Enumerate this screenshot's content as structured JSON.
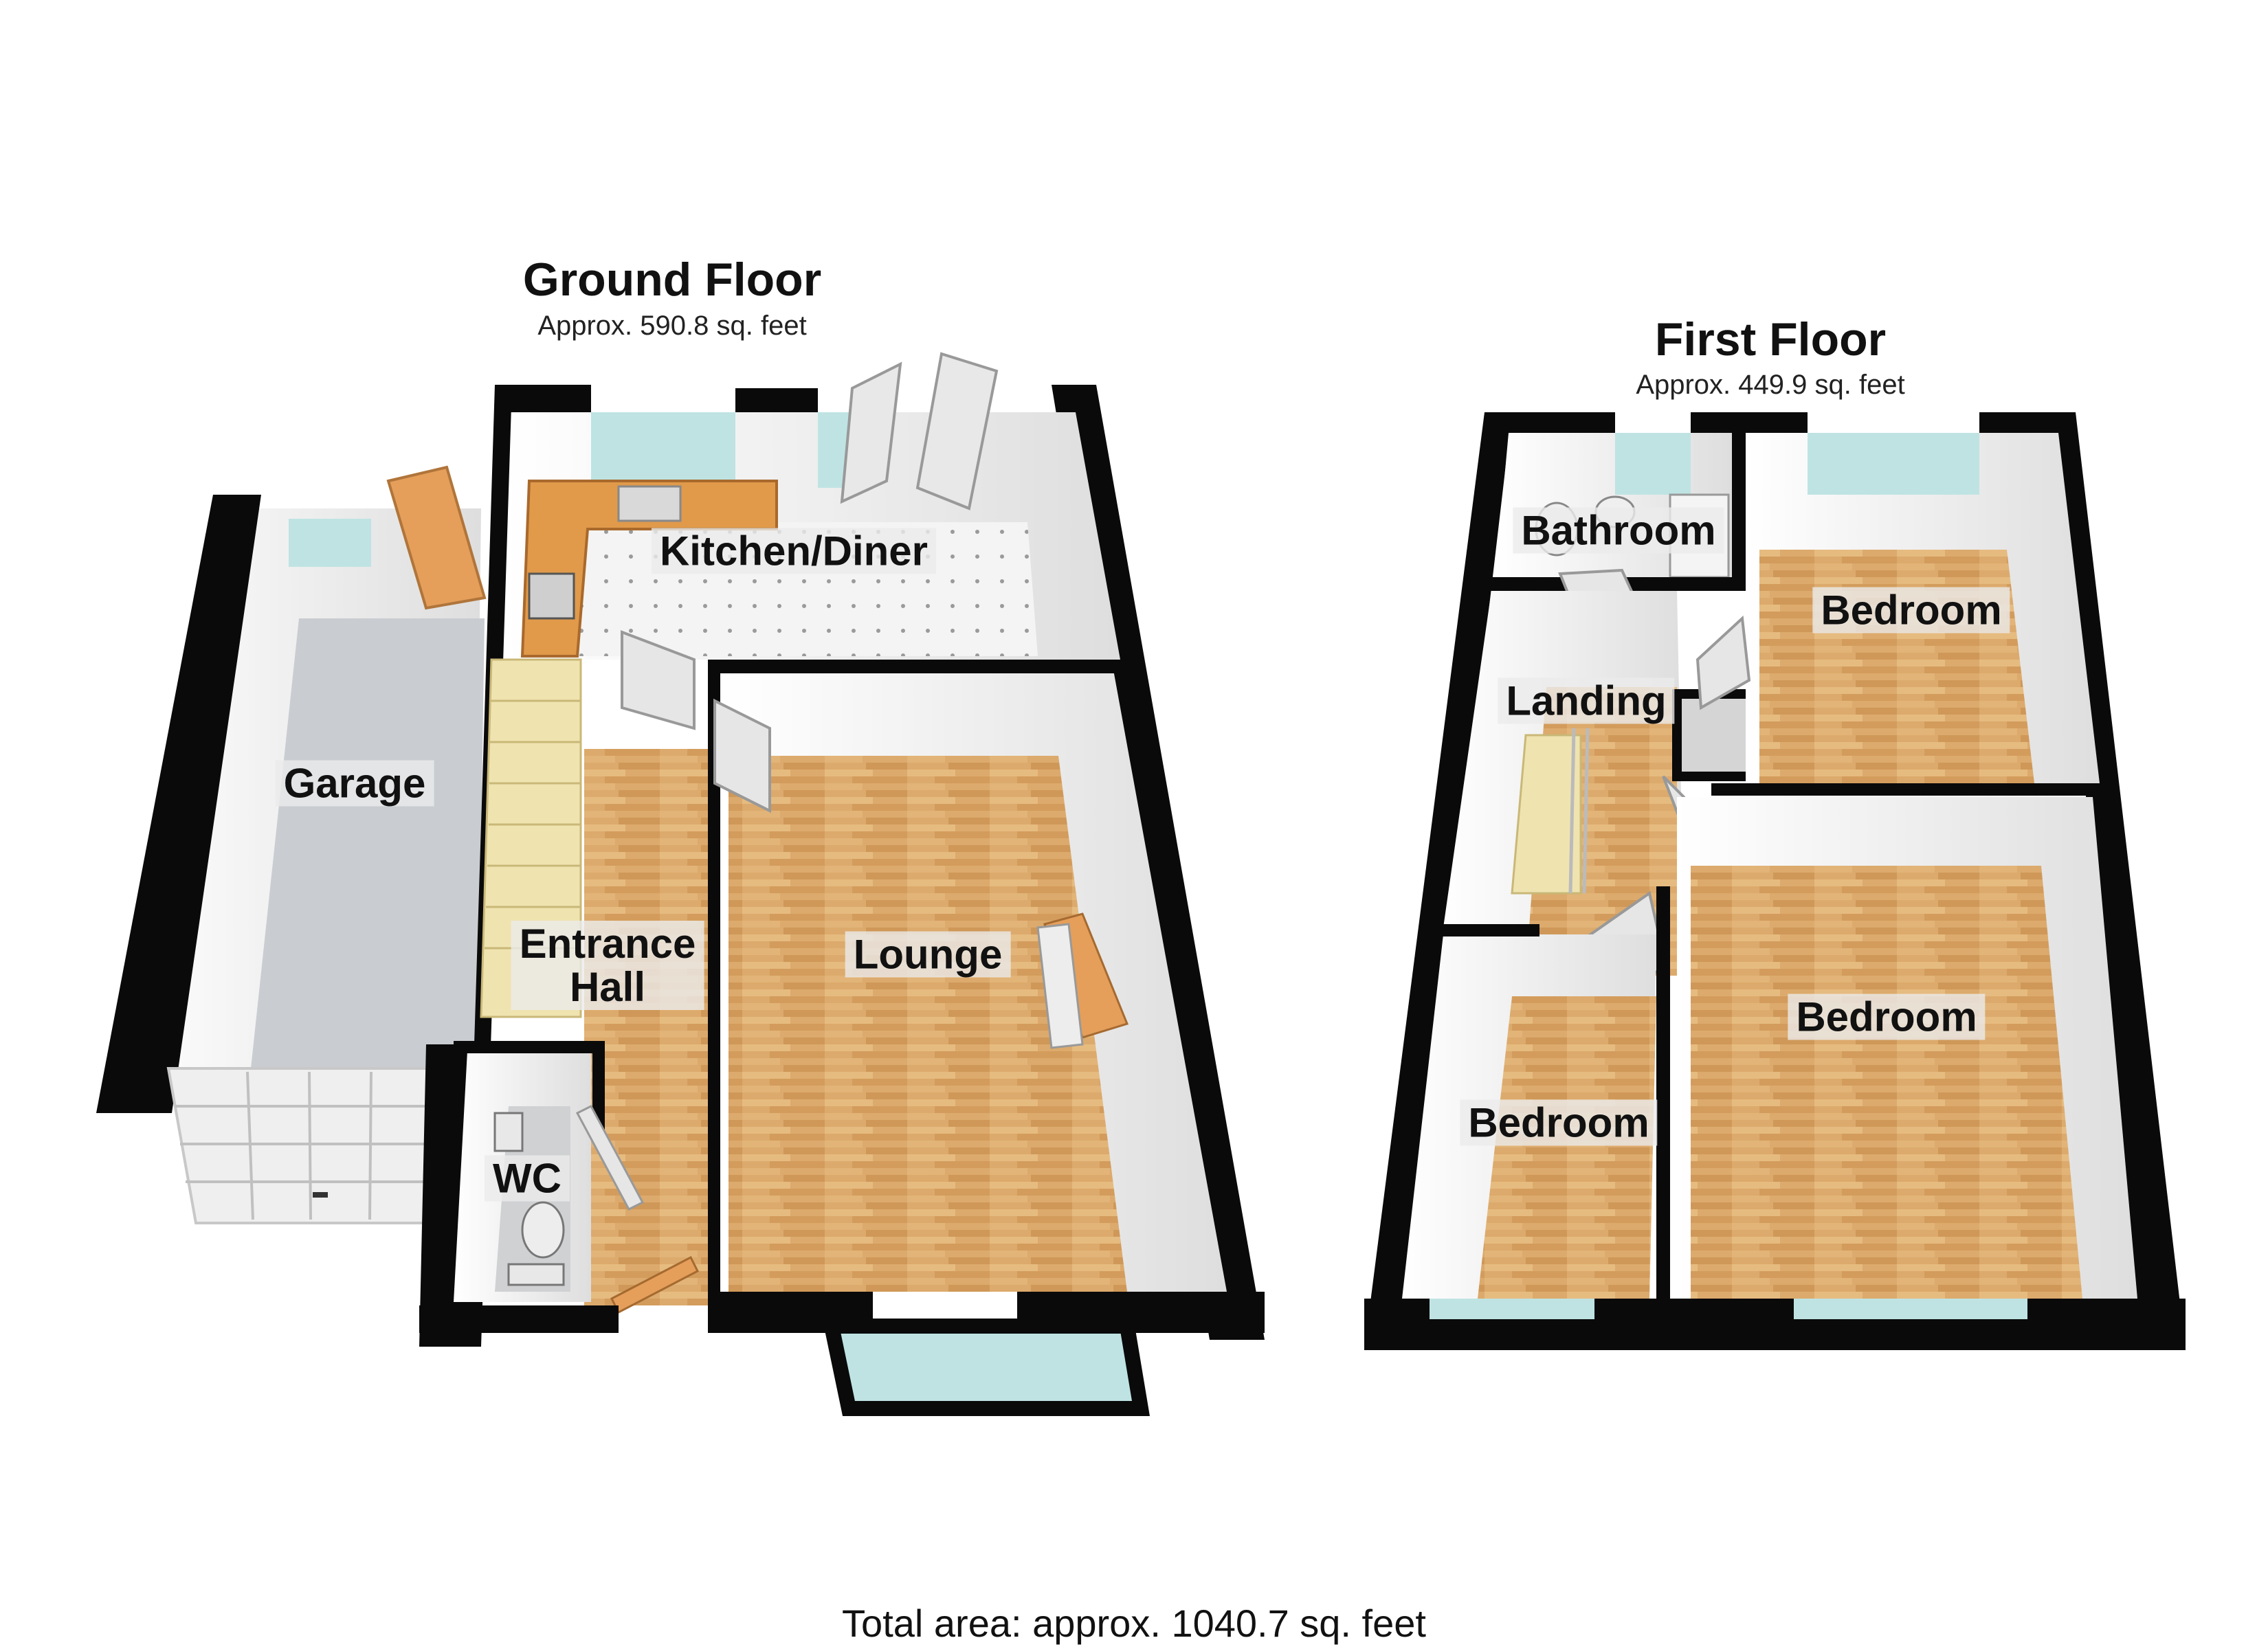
{
  "ground_floor": {
    "title": "Ground Floor",
    "area": "Approx. 590.8 sq. feet",
    "rooms": {
      "kitchen_diner": "Kitchen/Diner",
      "garage": "Garage",
      "entrance_hall_line1": "Entrance",
      "entrance_hall_line2": "Hall",
      "lounge": "Lounge",
      "wc": "WC"
    }
  },
  "first_floor": {
    "title": "First Floor",
    "area": "Approx. 449.9 sq. feet",
    "rooms": {
      "bathroom": "Bathroom",
      "landing": "Landing",
      "bedroom_rear": "Bedroom",
      "bedroom_front_large": "Bedroom",
      "bedroom_front_small": "Bedroom"
    }
  },
  "total_area": "Total area: approx. 1040.7 sq. feet",
  "colors": {
    "wall": "#0a0a0a",
    "wood_floor": "#d9a86a",
    "wood_floor_light": "#e8c08a",
    "tile_floor": "#f2f2f2",
    "garage_floor": "#c9ccd0",
    "worktop": "#e09a4a",
    "window_glass": "#bfe3e3",
    "door": "#e6e6e6",
    "stairs": "#efe3b0"
  }
}
